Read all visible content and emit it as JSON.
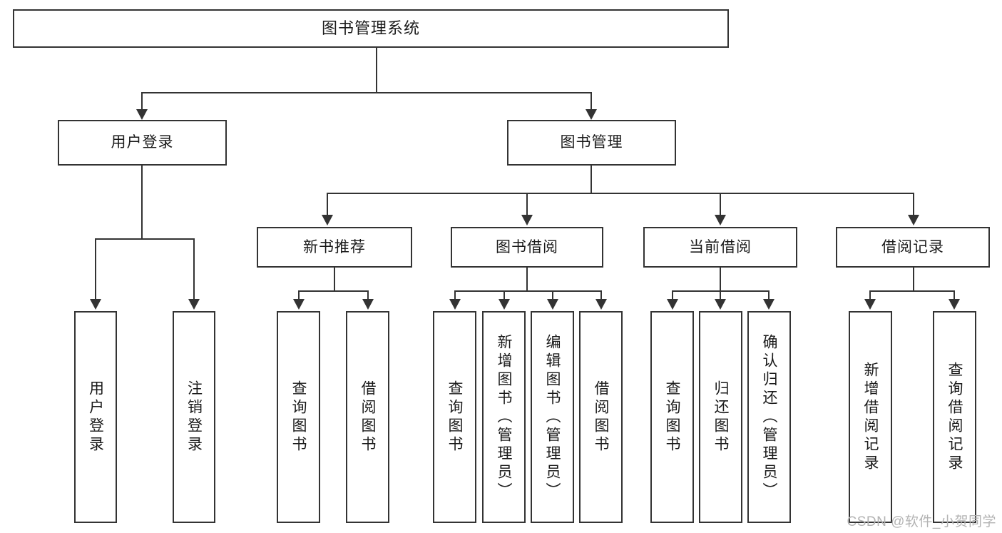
{
  "diagram": {
    "type": "tree-hierarchy",
    "title": "图书管理系统",
    "root": {
      "label": "图书管理系统"
    },
    "level2": [
      {
        "label": "用户登录"
      },
      {
        "label": "图书管理"
      }
    ],
    "level3": [
      {
        "label": "新书推荐"
      },
      {
        "label": "图书借阅"
      },
      {
        "label": "当前借阅"
      },
      {
        "label": "借阅记录"
      }
    ],
    "leaves": {
      "user_login": [
        {
          "label": "用户登录"
        },
        {
          "label": "注销登录"
        }
      ],
      "new_book_recommend": [
        {
          "label": "查询图书"
        },
        {
          "label": "借阅图书"
        }
      ],
      "book_borrow": [
        {
          "label": "查询图书"
        },
        {
          "label": "新增图书（管理员）"
        },
        {
          "label": "编辑图书（管理员）"
        },
        {
          "label": "借阅图书"
        }
      ],
      "current_borrow": [
        {
          "label": "查询图书"
        },
        {
          "label": "归还图书"
        },
        {
          "label": "确认归还（管理员）"
        }
      ],
      "borrow_record": [
        {
          "label": "新增借阅记录"
        },
        {
          "label": "查询借阅记录"
        }
      ]
    }
  },
  "watermark": {
    "text": "CSDN @软件_小贺同学"
  },
  "colors": {
    "stroke": "#333333",
    "text": "#1a1a1a",
    "background": "#ffffff",
    "watermark": "#b3b3b3"
  }
}
